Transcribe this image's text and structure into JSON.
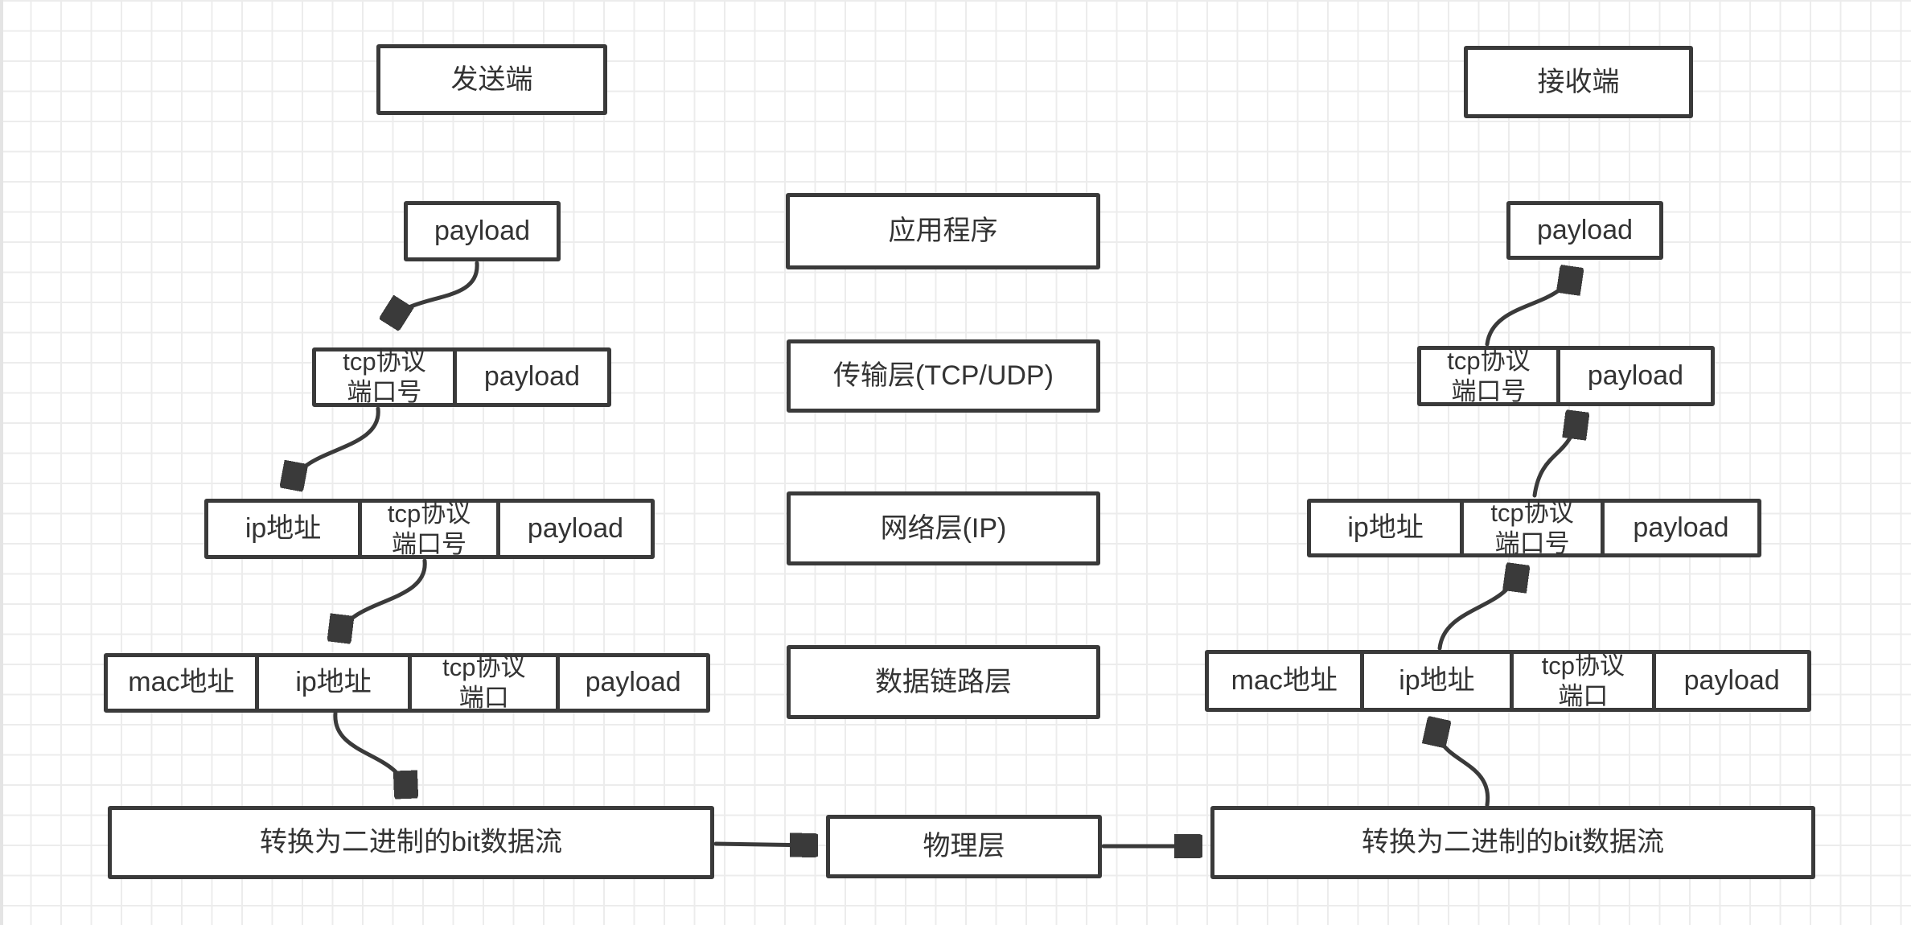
{
  "layers": {
    "application": "应用程序",
    "transport": "传输层(TCP/UDP)",
    "network": "网络层(IP)",
    "datalink": "数据链路层",
    "physical": "物理层"
  },
  "sender": {
    "header": "发送端",
    "rows": {
      "app": {
        "segments": [
          "payload"
        ]
      },
      "transport": {
        "segments": [
          "tcp协议\n端口号",
          "payload"
        ]
      },
      "network": {
        "segments": [
          "ip地址",
          "tcp协议\n端口号",
          "payload"
        ]
      },
      "datalink": {
        "segments": [
          "mac地址",
          "ip地址",
          "tcp协议\n端口",
          "payload"
        ]
      },
      "physical": {
        "segments": [
          "转换为二进制的bit数据流"
        ]
      }
    }
  },
  "receiver": {
    "header": "接收端",
    "rows": {
      "app": {
        "segments": [
          "payload"
        ]
      },
      "transport": {
        "segments": [
          "tcp协议\n端口号",
          "payload"
        ]
      },
      "network": {
        "segments": [
          "ip地址",
          "tcp协议\n端口号",
          "payload"
        ]
      },
      "datalink": {
        "segments": [
          "mac地址",
          "ip地址",
          "tcp协议\n端口",
          "payload"
        ]
      },
      "physical": {
        "segments": [
          "转换为二进制的bit数据流"
        ]
      }
    }
  },
  "colors": {
    "border": "#3a3a3a",
    "text": "#333333",
    "grid": "#ececec",
    "canvas_bg": "#ffffff"
  }
}
